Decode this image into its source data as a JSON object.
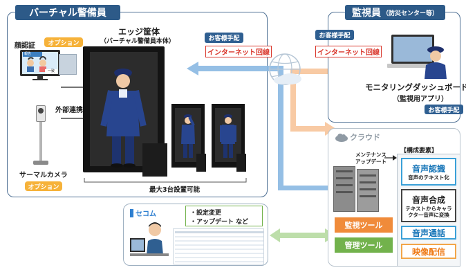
{
  "virtual_guard": {
    "title": "バーチャル警備員",
    "face_auth_label": "顔認証",
    "face_auth_option": "オプション",
    "screen_bar_text": "報告",
    "screen_match_text": "一致",
    "external_link_label": "外部連携",
    "thermal_label": "サーマルカメラ",
    "thermal_option": "オプション",
    "edge_title": "エッジ筐体",
    "edge_subtitle": "（バーチャル警備員本体）",
    "max_units": "最大3台設置可能",
    "customer_prep": "お客様手配",
    "internet_line": "インターネット回線"
  },
  "monitor": {
    "title": "監視員",
    "title_suffix": "（防災センター等）",
    "customer_prep": "お客様手配",
    "internet_line": "インターネット回線",
    "dashboard_title": "モニタリングダッシュボード",
    "dashboard_sub": "（監視用アプリ）",
    "dashboard_prep": "お客様手配"
  },
  "cloud": {
    "title": "クラウド",
    "maintenance_line1": "メンテナンス",
    "maintenance_line2": "アップデート",
    "components_title": "【構成要素】",
    "monitor_tool": "監視ツール",
    "admin_tool": "管理ツール",
    "features": [
      {
        "title": "音声認識",
        "sub": "音声のテキスト化"
      },
      {
        "title": "音声合成",
        "sub": "テキストからキャラクター音声に変換"
      },
      {
        "title": "音声通話",
        "sub": ""
      },
      {
        "title": "映像配信",
        "sub": ""
      }
    ]
  },
  "secom": {
    "logo": "セコム",
    "note_line1": "・設定変更",
    "note_line2": "・アップデート など"
  },
  "colors": {
    "panel_border": "#4d6f93",
    "tab_blue": "#2d5a88",
    "option_orange": "#f6b23a",
    "internet_red": "#d9362b",
    "arrow_blue": "#8ab8e2",
    "arrow_orange": "#f7c49a",
    "arrow_green": "#b9dca5",
    "tool_orange": "#f08b3a",
    "tool_green": "#72b24c",
    "feature_blue": "#3aa0d8"
  }
}
